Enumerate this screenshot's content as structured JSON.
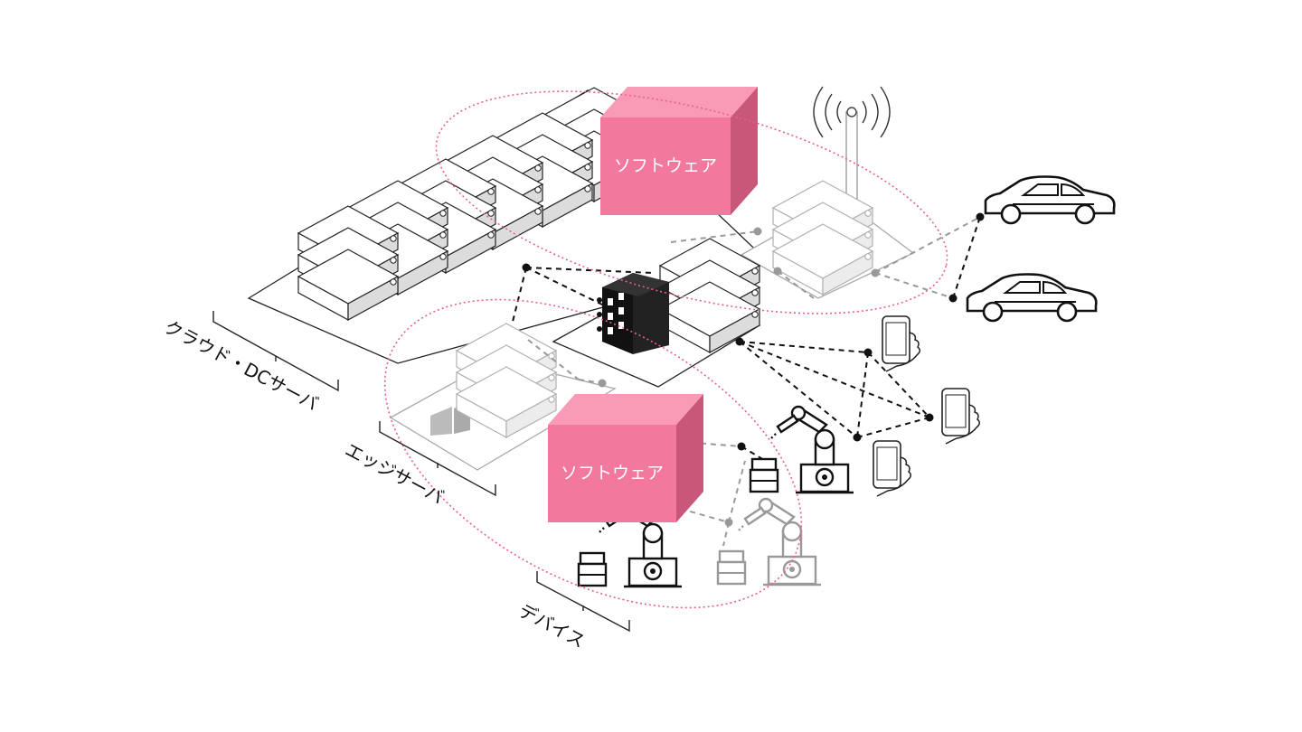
{
  "labels": {
    "cloud": "クラウド・DCサーバ",
    "edge": "エッジサーバ",
    "device": "デバイス"
  },
  "software_boxes": [
    {
      "label": "ソフトウェア"
    },
    {
      "label": "ソフトウェア"
    }
  ],
  "icons": {
    "antenna": "antenna-icon",
    "car": "car-icon",
    "smartphone": "smartphone-icon",
    "robot_arm": "robot-arm-icon",
    "office_building": "office-building-icon",
    "factory": "factory-icon"
  },
  "colors": {
    "software_front": "#f2799d",
    "software_top": "#f99ab6",
    "software_side": "#c95779",
    "ellipse": "#e8608a",
    "link_black": "#111111",
    "link_grey": "#999999"
  }
}
